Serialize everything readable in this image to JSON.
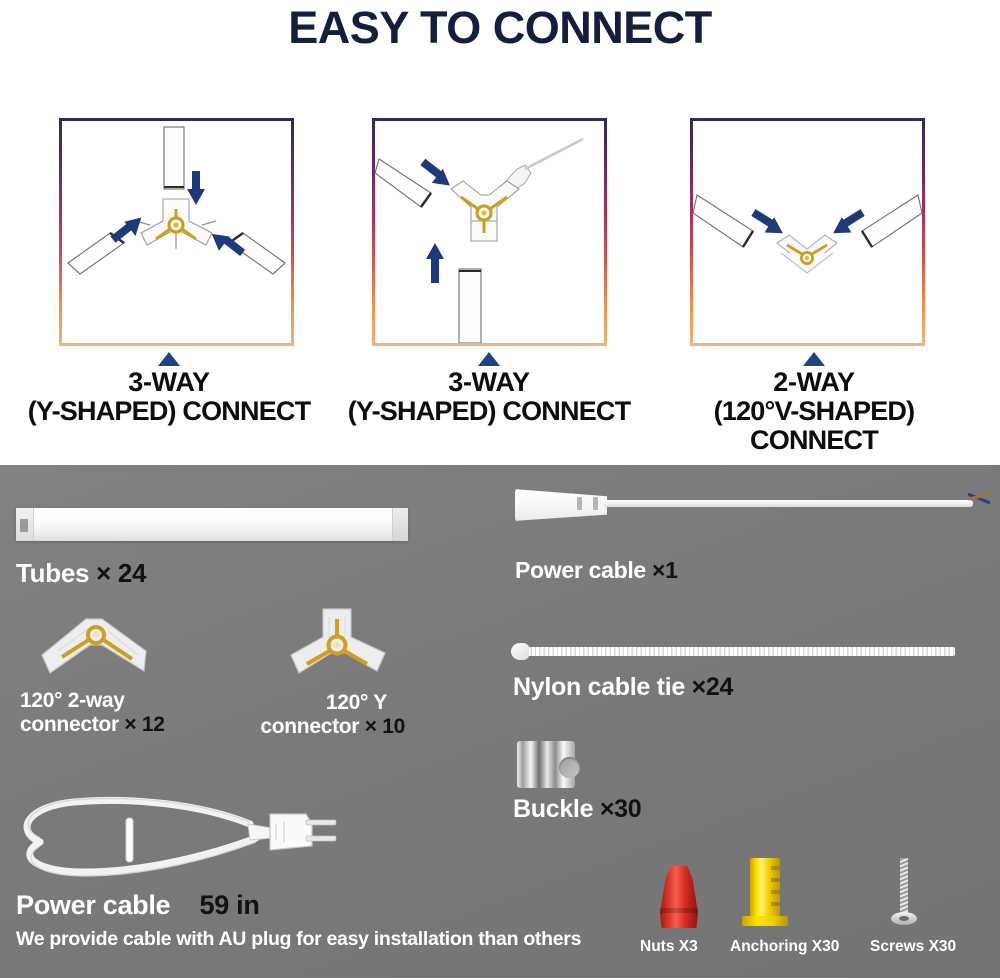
{
  "header": {
    "title": "EASY TO CONNECT"
  },
  "colors": {
    "title": "#141f3d",
    "arrow": "#1e3a7a",
    "triangle": "#1e4482",
    "gradient_top": "#2d2a5a",
    "gradient_mid": "#a8325c",
    "gradient_bottom": "#f2b37c",
    "parts_background": "#7a7a7a",
    "label_text": "#ffffff",
    "qty_text": "#121212",
    "nut": "#e13b2c",
    "anchor": "#ffe400",
    "screw": "#c9c9c9"
  },
  "panels": [
    {
      "id": "panel-3way-y-left",
      "caption_line1": "3-WAY",
      "caption_line2": "(Y-SHAPED) CONNECT",
      "connector_icon": "y-connector-icon",
      "arrow_count": 3
    },
    {
      "id": "panel-3way-y-middle",
      "caption_line1": "3-WAY",
      "caption_line2": "(Y-SHAPED) CONNECT",
      "connector_icon": "y-connector-inverted-icon",
      "arrow_count": 2
    },
    {
      "id": "panel-2way-v-right",
      "caption_line1": "2-WAY",
      "caption_line2": "(120°V-SHAPED) CONNECT",
      "connector_icon": "v-connector-icon",
      "arrow_count": 2
    }
  ],
  "parts": {
    "tubes": {
      "name": "Tubes",
      "qty": "× 24"
    },
    "power_cable_1": {
      "name": "Power cable",
      "qty": "×1"
    },
    "conn_2way": {
      "name_line1": "120° 2-way",
      "name_line2": "connector",
      "qty": "× 12"
    },
    "conn_y": {
      "name_line1": "120° Y",
      "name_line2": "connector",
      "qty": "× 10"
    },
    "cable_tie": {
      "name": "Nylon cable tie",
      "qty": "×24"
    },
    "buckle": {
      "name": "Buckle",
      "qty": "×30"
    },
    "power_cable_2": {
      "name": "Power cable",
      "qty": "59 in",
      "note": "We provide cable with AU plug for easy installation than others"
    },
    "nuts": {
      "label": "Nuts X3"
    },
    "anchoring": {
      "label": "Anchoring X30"
    },
    "screws": {
      "label": "Screws X30"
    }
  }
}
